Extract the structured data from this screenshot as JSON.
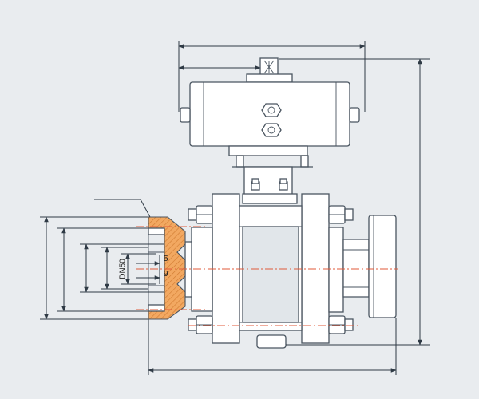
{
  "diagram": {
    "labels": {
      "pipe_size": "DN50",
      "dim_a": "5",
      "dim_b": "9"
    },
    "colors": {
      "background": "#e9ecef",
      "outline": "#4a5560",
      "centerline": "#e05a3a",
      "section_fill": "#f0a55a"
    }
  }
}
